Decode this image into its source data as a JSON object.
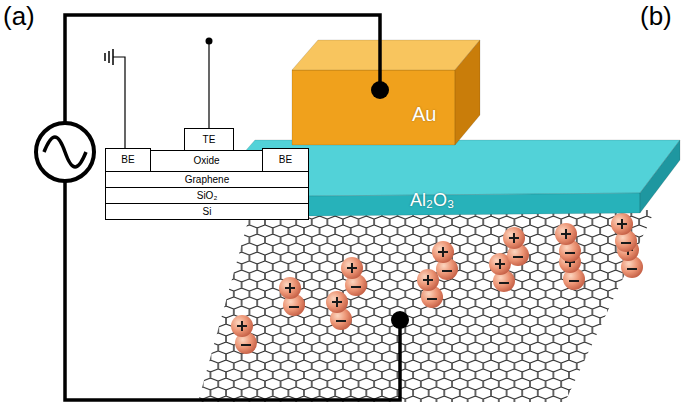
{
  "diagram": {
    "nodes": [
      {
        "text": [
          "TE"
        ]
      },
      {
        "text": [
          "BE"
        ]
      },
      {
        "text": [
          "Oxide"
        ]
      },
      {
        "text": [
          "BE"
        ]
      },
      {
        "text": [
          "Graphene"
        ]
      },
      {
        "text": [
          "SiO₂"
        ]
      },
      {
        "text": [
          "Si"
        ]
      },
      {
        "text": [
          "Au"
        ]
      },
      {
        "text": [
          "Al₂O₃"
        ]
      }
    ],
    "labels": [
      "(a)",
      "(b)"
    ]
  }
}
